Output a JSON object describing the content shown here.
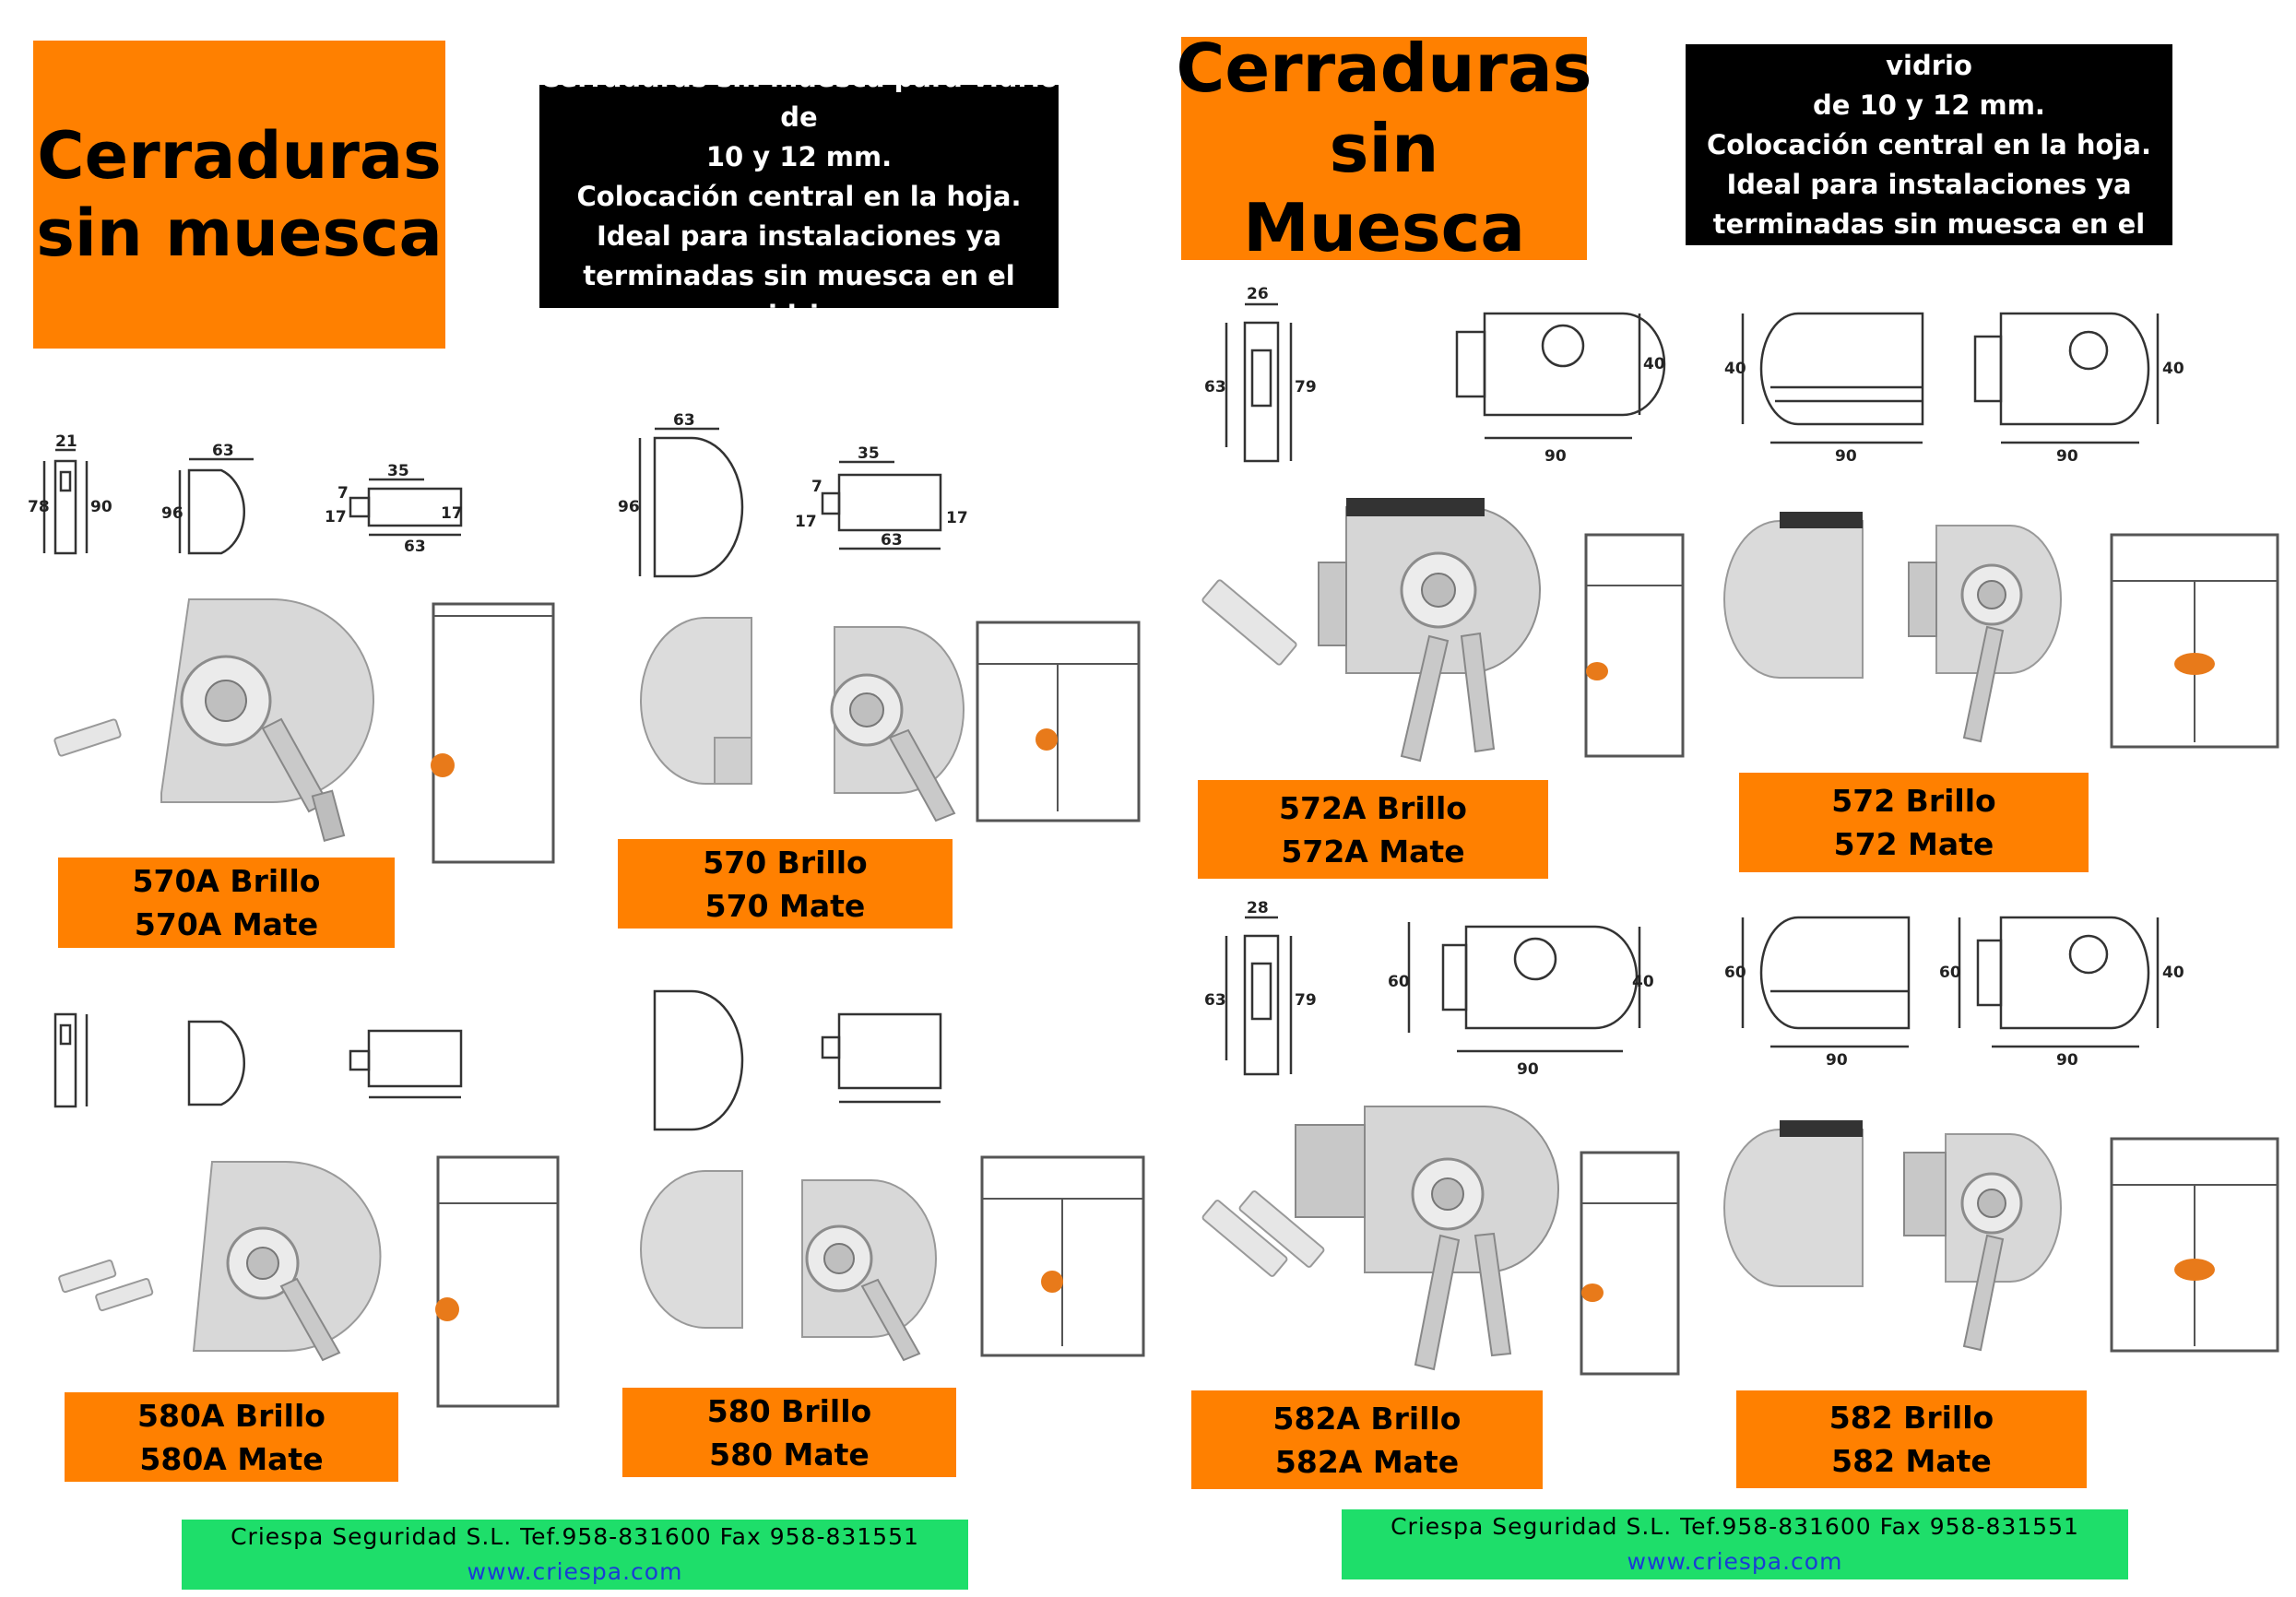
{
  "left_page": {
    "title_lines": [
      "Cerraduras",
      "sin muesca"
    ],
    "description_lines": [
      "Cerraduras sin muesca para vidrio de",
      "10 y 12 mm.",
      "Colocación central en la hoja.",
      "Ideal para instalaciones ya",
      "terminadas sin muesca en el vidrio."
    ],
    "products": [
      {
        "line1": "570A Brillo",
        "line2": "570A Mate"
      },
      {
        "line1": "570 Brillo",
        "line2": "570 Mate"
      },
      {
        "line1": "580A Brillo",
        "line2": "580A Mate"
      },
      {
        "line1": "580 Brillo",
        "line2": "580 Mate"
      }
    ],
    "dims": {
      "a1": "21",
      "a2": "78",
      "a3": "90",
      "a4": "63",
      "a5": "96",
      "a6": "35",
      "a7": "7",
      "a8": "17",
      "a9": "17",
      "a10": "63",
      "b1": "63",
      "b2": "96",
      "b3": "35",
      "b4": "7",
      "b5": "17",
      "b6": "17",
      "b7": "63"
    },
    "footer": {
      "company": "Criespa Seguridad S.L.  Tef.958-831600   Fax 958-831551",
      "website": "www.criespa.com"
    }
  },
  "right_page": {
    "title_lines": [
      "Cerraduras",
      "sin Muesca"
    ],
    "description_lines": [
      "Cerraduras sin muesca para vidrio",
      "de 10 y 12 mm.",
      "Colocación central en la hoja.",
      "Ideal para instalaciones ya",
      "terminadas sin muesca en el vidrio."
    ],
    "products": [
      {
        "line1": "572A Brillo",
        "line2": "572A Mate"
      },
      {
        "line1": "572 Brillo",
        "line2": "572 Mate"
      },
      {
        "line1": "582A Brillo",
        "line2": "582A Mate"
      },
      {
        "line1": "582 Brillo",
        "line2": "582 Mate"
      }
    ],
    "dims": {
      "c1": "26",
      "c2": "63",
      "c3": "79",
      "c4": "40",
      "c5": "90",
      "c6": "40",
      "c7": "90",
      "c8": "40",
      "c9": "90",
      "d1": "28",
      "d2": "63",
      "d3": "79",
      "d4": "60",
      "d5": "40",
      "d6": "90",
      "d7": "60",
      "d8": "90",
      "d9": "60",
      "d10": "40",
      "d11": "90"
    },
    "footer": {
      "company": "Criespa Seguridad S.L.  Tef.958-831600   Fax 958-831551",
      "website": "www.criespa.com"
    }
  },
  "colors": {
    "orange": "#ff8000",
    "green": "#1ede6a",
    "black": "#000000",
    "link_blue": "#1a3cd6"
  }
}
